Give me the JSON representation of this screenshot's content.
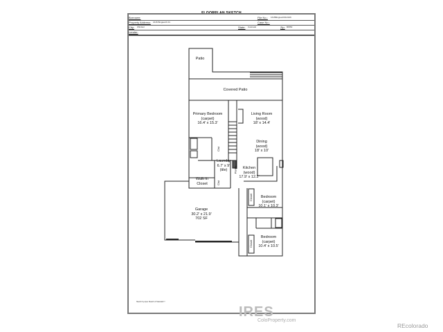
{
  "header": {
    "title": "FLOORPLAN SKETCH",
    "borrower_label": "Borrower:",
    "file_no_label": "File No.:",
    "file_no": "1615BingworthDr2106",
    "address_label": "Property Address:",
    "address": "1615 Bingworth Dr.",
    "case_no_label": "Case No.:",
    "city_label": "City:",
    "city": "Windsor",
    "state_label": "State:",
    "state": "Colorado",
    "zip_label": "Zip:",
    "zip": "80550",
    "lender_label": "Lender:"
  },
  "rooms": {
    "patio": "Patio",
    "covered_patio": "Covered Patio",
    "primary_bedroom": {
      "name": "Primary Bedroom",
      "floor": "(carpet)",
      "size": "16.4' x 15.3'"
    },
    "living_room": {
      "name": "Living Room",
      "floor": "(wood)",
      "size": "18' x 14.4'"
    },
    "dining": {
      "name": "Dining",
      "floor": "(wood)",
      "size": "18' x 10'"
    },
    "laundry": {
      "name": "Laundry",
      "size": "6.7' x 9'",
      "floor": "(tile)"
    },
    "kitchen": {
      "name": "Kitchen",
      "floor": "(wood)",
      "size": "17.9' x 12.2'"
    },
    "walk_in_closet": {
      "name": "Walk-in",
      "name2": "Closet"
    },
    "pantry": "Pantry",
    "closet": "Closet",
    "clst": "Clst",
    "garage": {
      "name": "Garage",
      "size": "30.2' x 21.9'",
      "area": "702 SF"
    },
    "bedroom1": {
      "name": "Bedroom",
      "floor": "(carpet)",
      "size": "10.1' x 10.3'"
    },
    "bedroom2": {
      "name": "Bedroom",
      "floor": "(carpet)",
      "size": "10.4' x 10.5'"
    }
  },
  "footer": {
    "sketch_note": "Sketch by Apex Sketch of Standard™"
  },
  "watermark": {
    "brand": "IRES",
    "site": "ColoProperty.com",
    "recolorado": "REcolorado"
  }
}
